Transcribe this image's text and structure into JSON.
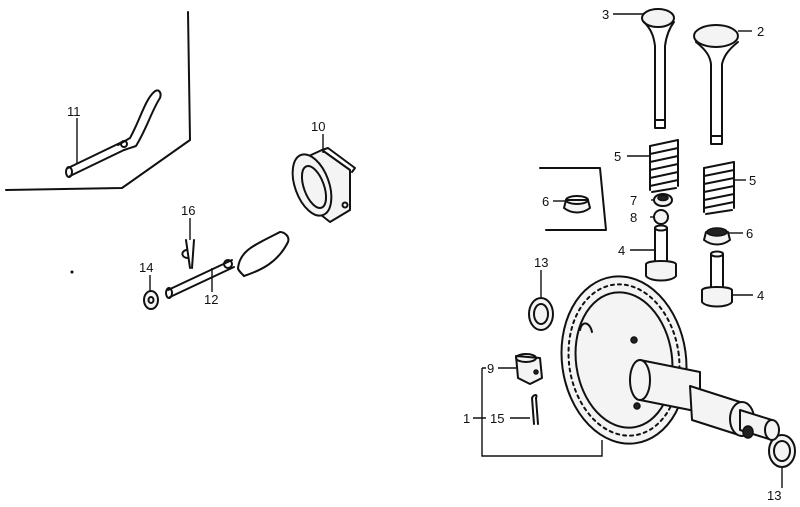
{
  "callouts": {
    "c1": "1",
    "c2": "2",
    "c3": "3",
    "c4a": "4",
    "c4b": "4",
    "c5a": "5",
    "c5b": "5",
    "c6a": "6",
    "c6b": "6",
    "c7": "7",
    "c8": "8",
    "c9": "9",
    "c10": "10",
    "c11": "11",
    "c12": "12",
    "c13a": "13",
    "c13b": "13",
    "c14": "14",
    "c15": "15",
    "c16": "16"
  }
}
